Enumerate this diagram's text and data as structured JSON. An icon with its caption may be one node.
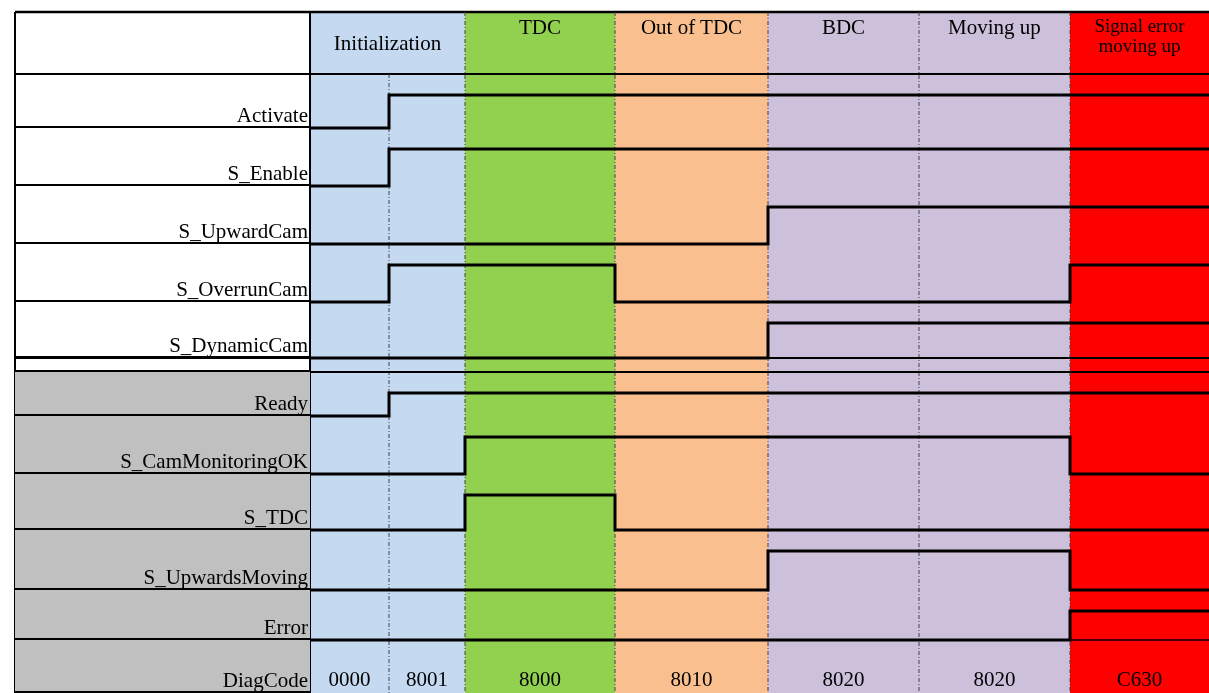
{
  "diagram": {
    "labels": [
      "Initialization",
      "TDC",
      "Out of TDC",
      "BDC",
      "Moving up",
      "Signal error moving up",
      "Activate",
      "S_Enable",
      "S_UpwardCam",
      "S_OverrunCam",
      "S_DynamicCam",
      "Ready",
      "S_CamMonitoringOK",
      "S_TDC",
      "S_UpwardsMoving",
      "Error",
      "DiagCode",
      "0000",
      "8001",
      "8000",
      "8010",
      "8020",
      "8020",
      "C630"
    ]
  }
}
